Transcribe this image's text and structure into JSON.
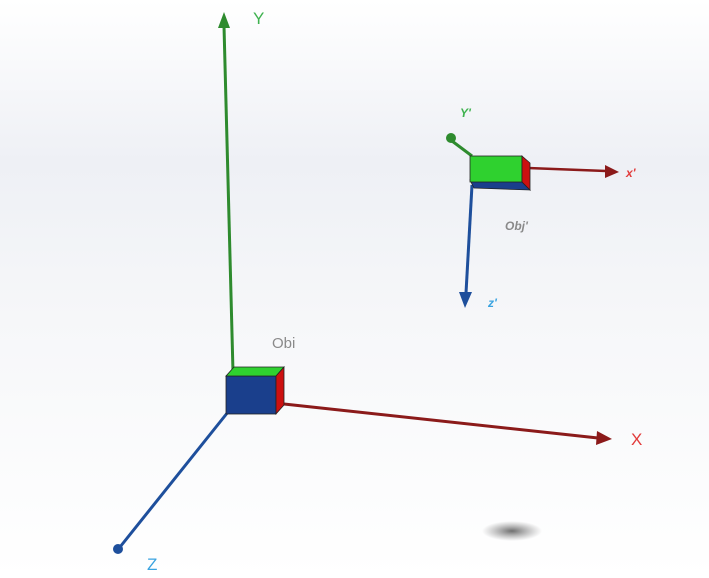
{
  "colors": {
    "x_axis": "#8b1a1a",
    "y_axis": "#2e8b2e",
    "z_axis": "#1e4f9c",
    "label_x": "#e23b3b",
    "label_y": "#3fb24f",
    "label_z": "#3aa3e0",
    "object_label": "#8a8a8a",
    "box_front": "#1a3f8c",
    "box_top": "#2fd12f",
    "box_side": "#cc1010"
  },
  "world": {
    "x_label": "X",
    "y_label": "Y",
    "z_label": "Z",
    "object_label": "Obi"
  },
  "local": {
    "x_label": "x'",
    "y_label": "Y'",
    "z_label": "z'",
    "object_label": "Obj'"
  }
}
